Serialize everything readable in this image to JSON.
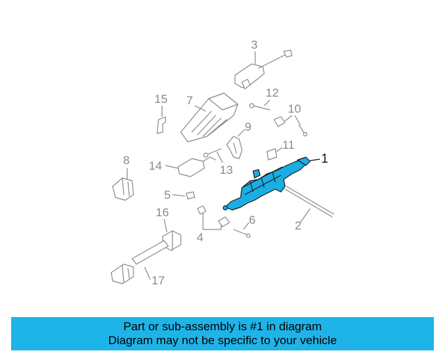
{
  "diagram": {
    "colors": {
      "highlight": "#1aaee3",
      "outline": "#8a8a8a",
      "footer": "#1fb4e8"
    },
    "callouts": {
      "c1": "1",
      "c2": "2",
      "c3": "3",
      "c4": "4",
      "c5": "5",
      "c6": "6",
      "c7": "7",
      "c8": "8",
      "c9": "9",
      "c10": "10",
      "c11": "11",
      "c12": "12",
      "c13": "13",
      "c14": "14",
      "c15": "15",
      "c16": "16",
      "c17": "17"
    }
  },
  "footer": {
    "line1": "Part or sub-assembly is #1 in diagram",
    "line2": "Diagram may not be specific to your vehicle"
  }
}
